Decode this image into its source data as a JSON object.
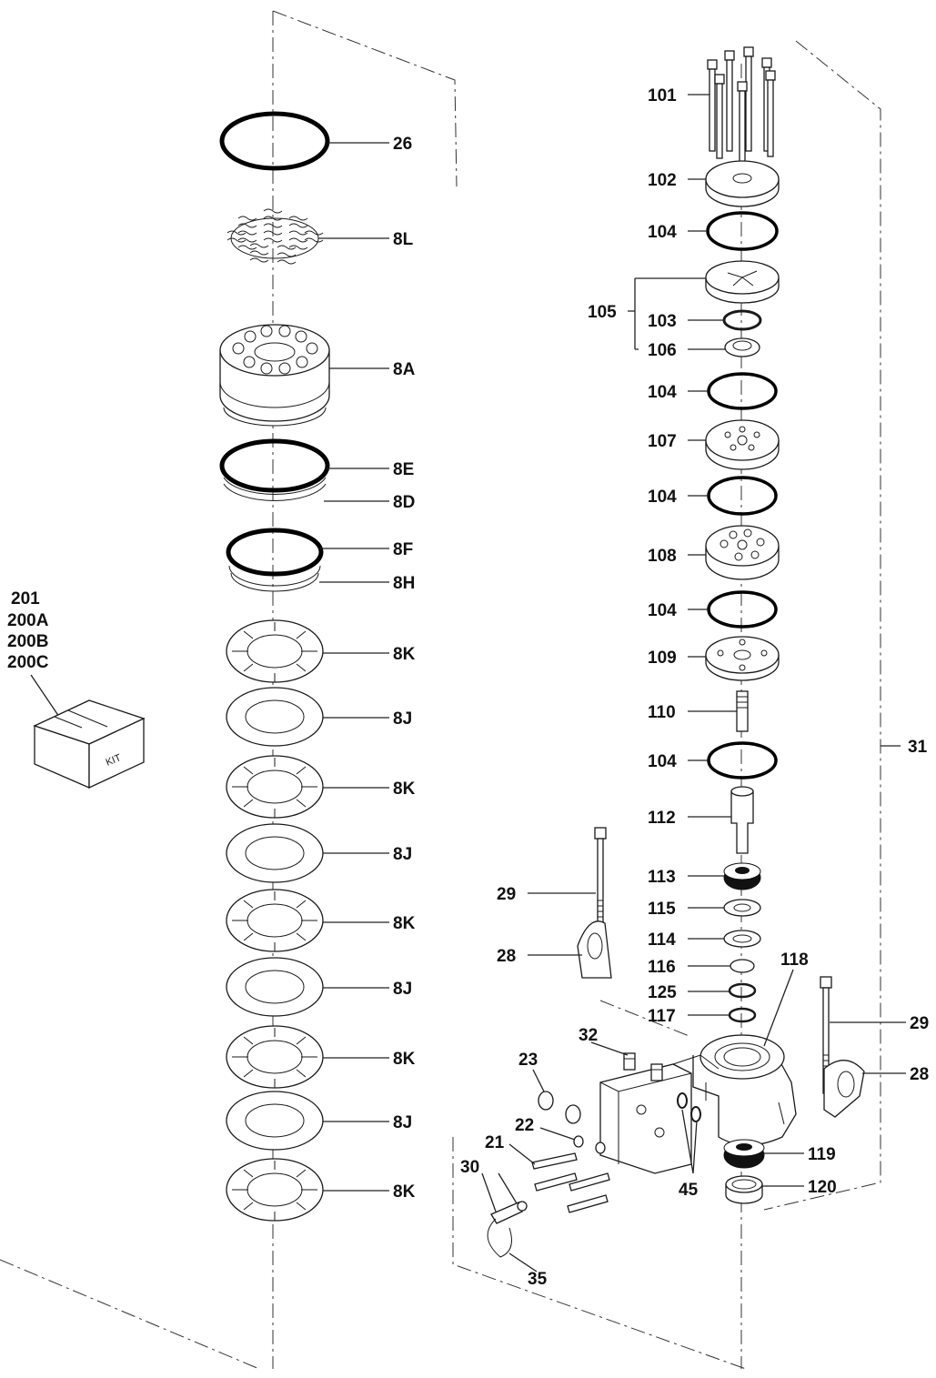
{
  "callouts": {
    "c26": "26",
    "c8L": "8L",
    "c8A": "8A",
    "c8E": "8E",
    "c8D": "8D",
    "c8F": "8F",
    "c8H": "8H",
    "c8K1": "8K",
    "c8J1": "8J",
    "c8K2": "8K",
    "c8J2": "8J",
    "c8K3": "8K",
    "c8J3": "8J",
    "c8K4": "8K",
    "c8J4": "8J",
    "c8K5": "8K",
    "c101": "101",
    "c102": "102",
    "c104a": "104",
    "c105": "105",
    "c103": "103",
    "c106": "106",
    "c104b": "104",
    "c107": "107",
    "c104c": "104",
    "c108": "108",
    "c104d": "104",
    "c109": "109",
    "c110": "110",
    "c104e": "104",
    "c112": "112",
    "c113": "113",
    "c115": "115",
    "c114": "114",
    "c116": "116",
    "c125": "125",
    "c117": "117",
    "c118": "118",
    "c119": "119",
    "c120": "120",
    "c31": "31",
    "c29a": "29",
    "c28a": "28",
    "c29b": "29",
    "c28b": "28",
    "c32": "32",
    "c23": "23",
    "c22": "22",
    "c21": "21",
    "c30": "30",
    "c35": "35",
    "c45": "45"
  },
  "kit": {
    "labels": [
      "201",
      "200A",
      "200B",
      "200C"
    ],
    "box_text": "KIT"
  }
}
